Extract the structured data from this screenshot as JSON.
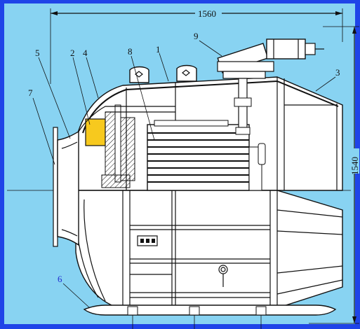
{
  "drawing": {
    "dimensions": {
      "width": "1560",
      "height": "1540"
    },
    "callouts": [
      "5",
      "2",
      "4",
      "8",
      "1",
      "9",
      "3",
      "7",
      "6"
    ],
    "colors": {
      "frame": "#1f44e8",
      "panel": "#88d3f2",
      "highlight": "#f7c91e",
      "line": "#111111"
    }
  }
}
